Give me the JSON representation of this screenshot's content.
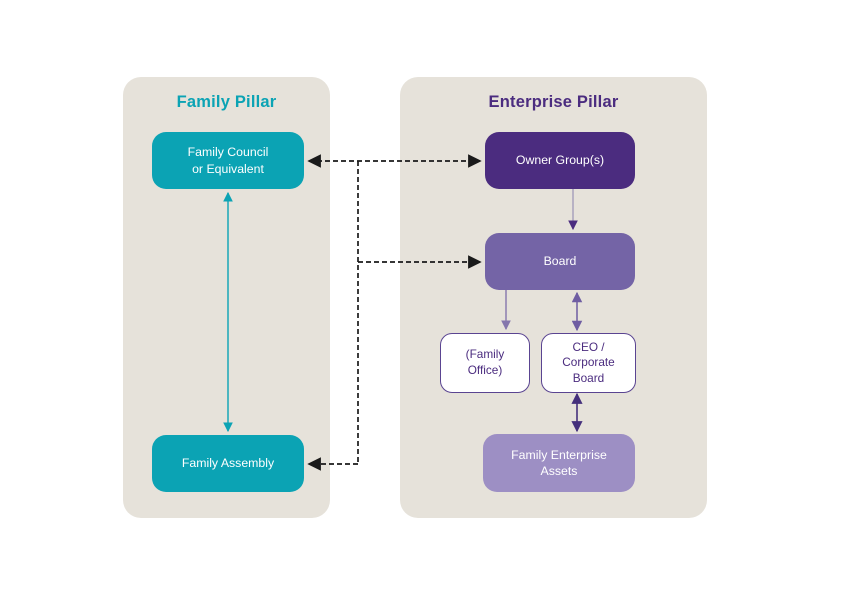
{
  "colors": {
    "canvas_bg": "#ffffff",
    "panel_bg": "#e6e2da",
    "teal": "#0ba3b4",
    "purple_dark": "#4b2c7f",
    "purple_mid": "#7464a6",
    "purple_light": "#9d8fc4",
    "box_border": "#5a4491",
    "dashed_line": "#1a1a1a",
    "conn_light": "#a59dbb",
    "conn_mid": "#8577ad",
    "conn_deep": "#6f5da2",
    "conn_darkest": "#45307c"
  },
  "family_pillar": {
    "title": "Family Pillar",
    "council_label": "Family Council\nor Equivalent",
    "assembly_label": "Family Assembly"
  },
  "enterprise_pillar": {
    "title": "Enterprise Pillar",
    "owner_label": "Owner Group(s)",
    "board_label": "Board",
    "office_label": "(Family\nOffice)",
    "ceo_label": "CEO /\nCorporate\nBoard",
    "assets_label": "Family Enterprise\nAssets"
  }
}
